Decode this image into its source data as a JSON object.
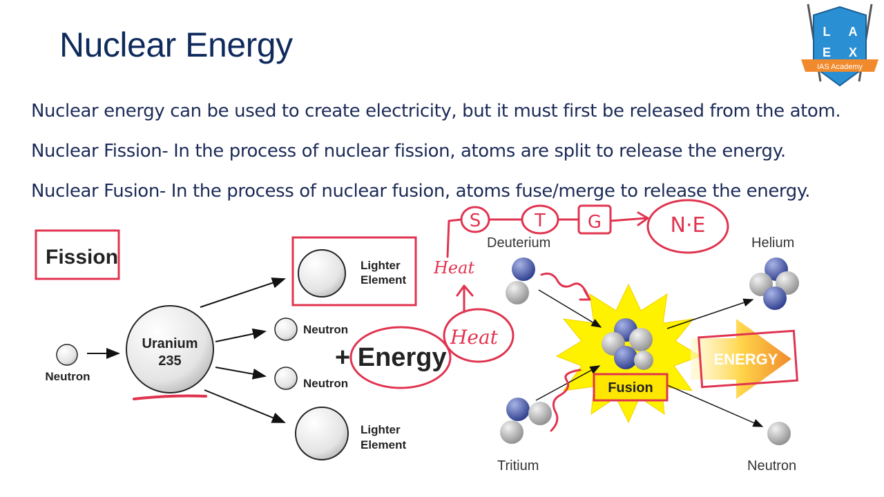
{
  "title": "Nuclear Energy",
  "paragraphs": [
    "Nuclear energy can be used to create electricity, but it must first be released from the atom.",
    "Nuclear Fission- In the process of nuclear fission, atoms are split to release the energy.",
    "Nuclear Fusion- In the process of nuclear fusion, atoms fuse/merge to release the energy."
  ],
  "logo": {
    "letters": [
      "L",
      "A",
      "E",
      "X"
    ],
    "ribbon": "IAS Academy"
  },
  "fission": {
    "label": "Fission",
    "neutron_in": "Neutron",
    "nucleus": [
      "Uranium",
      "235"
    ],
    "lighter_top": [
      "Lighter",
      "Element"
    ],
    "neutron_1": "Neutron",
    "neutron_2": "Neutron",
    "lighter_bottom": [
      "Lighter",
      "Element"
    ],
    "energy": "+ Energy"
  },
  "fusion": {
    "deuterium": "Deuterium",
    "tritium": "Tritium",
    "helium": "Helium",
    "neutron": "Neutron",
    "center": "Fusion",
    "energy": "ENERGY"
  },
  "annotations": {
    "chain": [
      "S",
      "T",
      "G",
      "N·E"
    ],
    "heat_1": "Heat",
    "heat_2": "Heat"
  },
  "colors": {
    "title": "#0f2a5c",
    "text": "#1b2a57",
    "annotation": "#e0334f",
    "logo_blue": "#2b8fd3",
    "logo_orange": "#f08a2c"
  }
}
